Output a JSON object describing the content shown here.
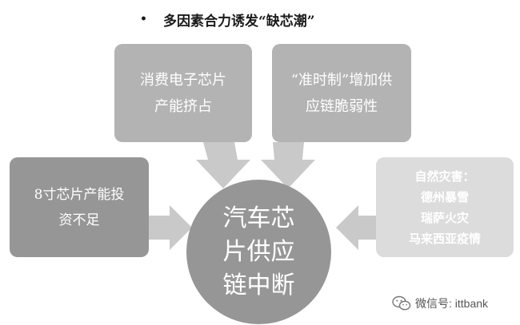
{
  "title": {
    "bullet": "•",
    "text": "多因素合力诱发“缺芯潮”"
  },
  "factors": {
    "consumer_chips": {
      "lines": [
        "消费电子芯片",
        "产能挤占"
      ]
    },
    "just_in_time": {
      "lines": [
        "“准时制”增加供",
        "应链脆弱性"
      ]
    },
    "wafer_8inch": {
      "lines": [
        "8寸芯片产能投",
        "资不足"
      ]
    },
    "disasters": {
      "lines": [
        "自然灾害：",
        "德州暴雪",
        "瑞萨火灾",
        "马来西亚疫情"
      ]
    }
  },
  "center": {
    "lines": [
      "汽车芯",
      "片供应",
      "链中断"
    ]
  },
  "watermark": {
    "icon": "wechat-icon",
    "text": "微信号: ittbank"
  },
  "colors": {
    "box_light": "#b3b3b3",
    "box_dark": "#969696",
    "box_lightest": "#dcdcdc",
    "arrow": "#c9c9c9",
    "text": "#ffffff"
  }
}
